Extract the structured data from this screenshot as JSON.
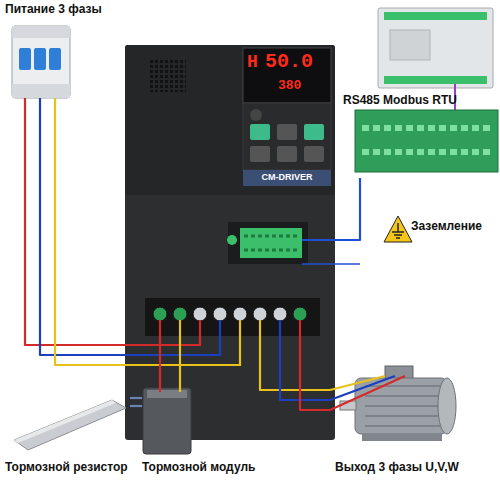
{
  "diagram": {
    "nodes": [
      {
        "text": [
          "Питание 3 фазы"
        ]
      },
      {
        "text": [
          "H",
          "50.0",
          "380",
          "CM-DRIVER"
        ]
      },
      {
        "text": [
          "RS485 Modbus RTU"
        ]
      },
      {
        "text": [
          "Заземление"
        ]
      },
      {
        "text": [
          "Тормозной резистор"
        ]
      },
      {
        "text": [
          "Тормозной модуль"
        ]
      },
      {
        "text": [
          "Выход 3 фазы U,V,W"
        ]
      }
    ],
    "edges": [
      {
        "from": 0,
        "to": 1,
        "arrow": "none"
      },
      {
        "from": 0,
        "to": 1,
        "arrow": "none"
      },
      {
        "from": 0,
        "to": 1,
        "arrow": "none"
      },
      {
        "from": 2,
        "to": 1,
        "arrow": "none"
      },
      {
        "from": 1,
        "to": 5,
        "arrow": "none"
      },
      {
        "from": 1,
        "to": 5,
        "arrow": "none"
      },
      {
        "from": 5,
        "to": 4,
        "arrow": "none"
      },
      {
        "from": 5,
        "to": 4,
        "arrow": "none"
      },
      {
        "from": 1,
        "to": 6,
        "arrow": "none"
      },
      {
        "from": 1,
        "to": 6,
        "arrow": "none"
      },
      {
        "from": 1,
        "to": 6,
        "arrow": "none"
      }
    ]
  }
}
